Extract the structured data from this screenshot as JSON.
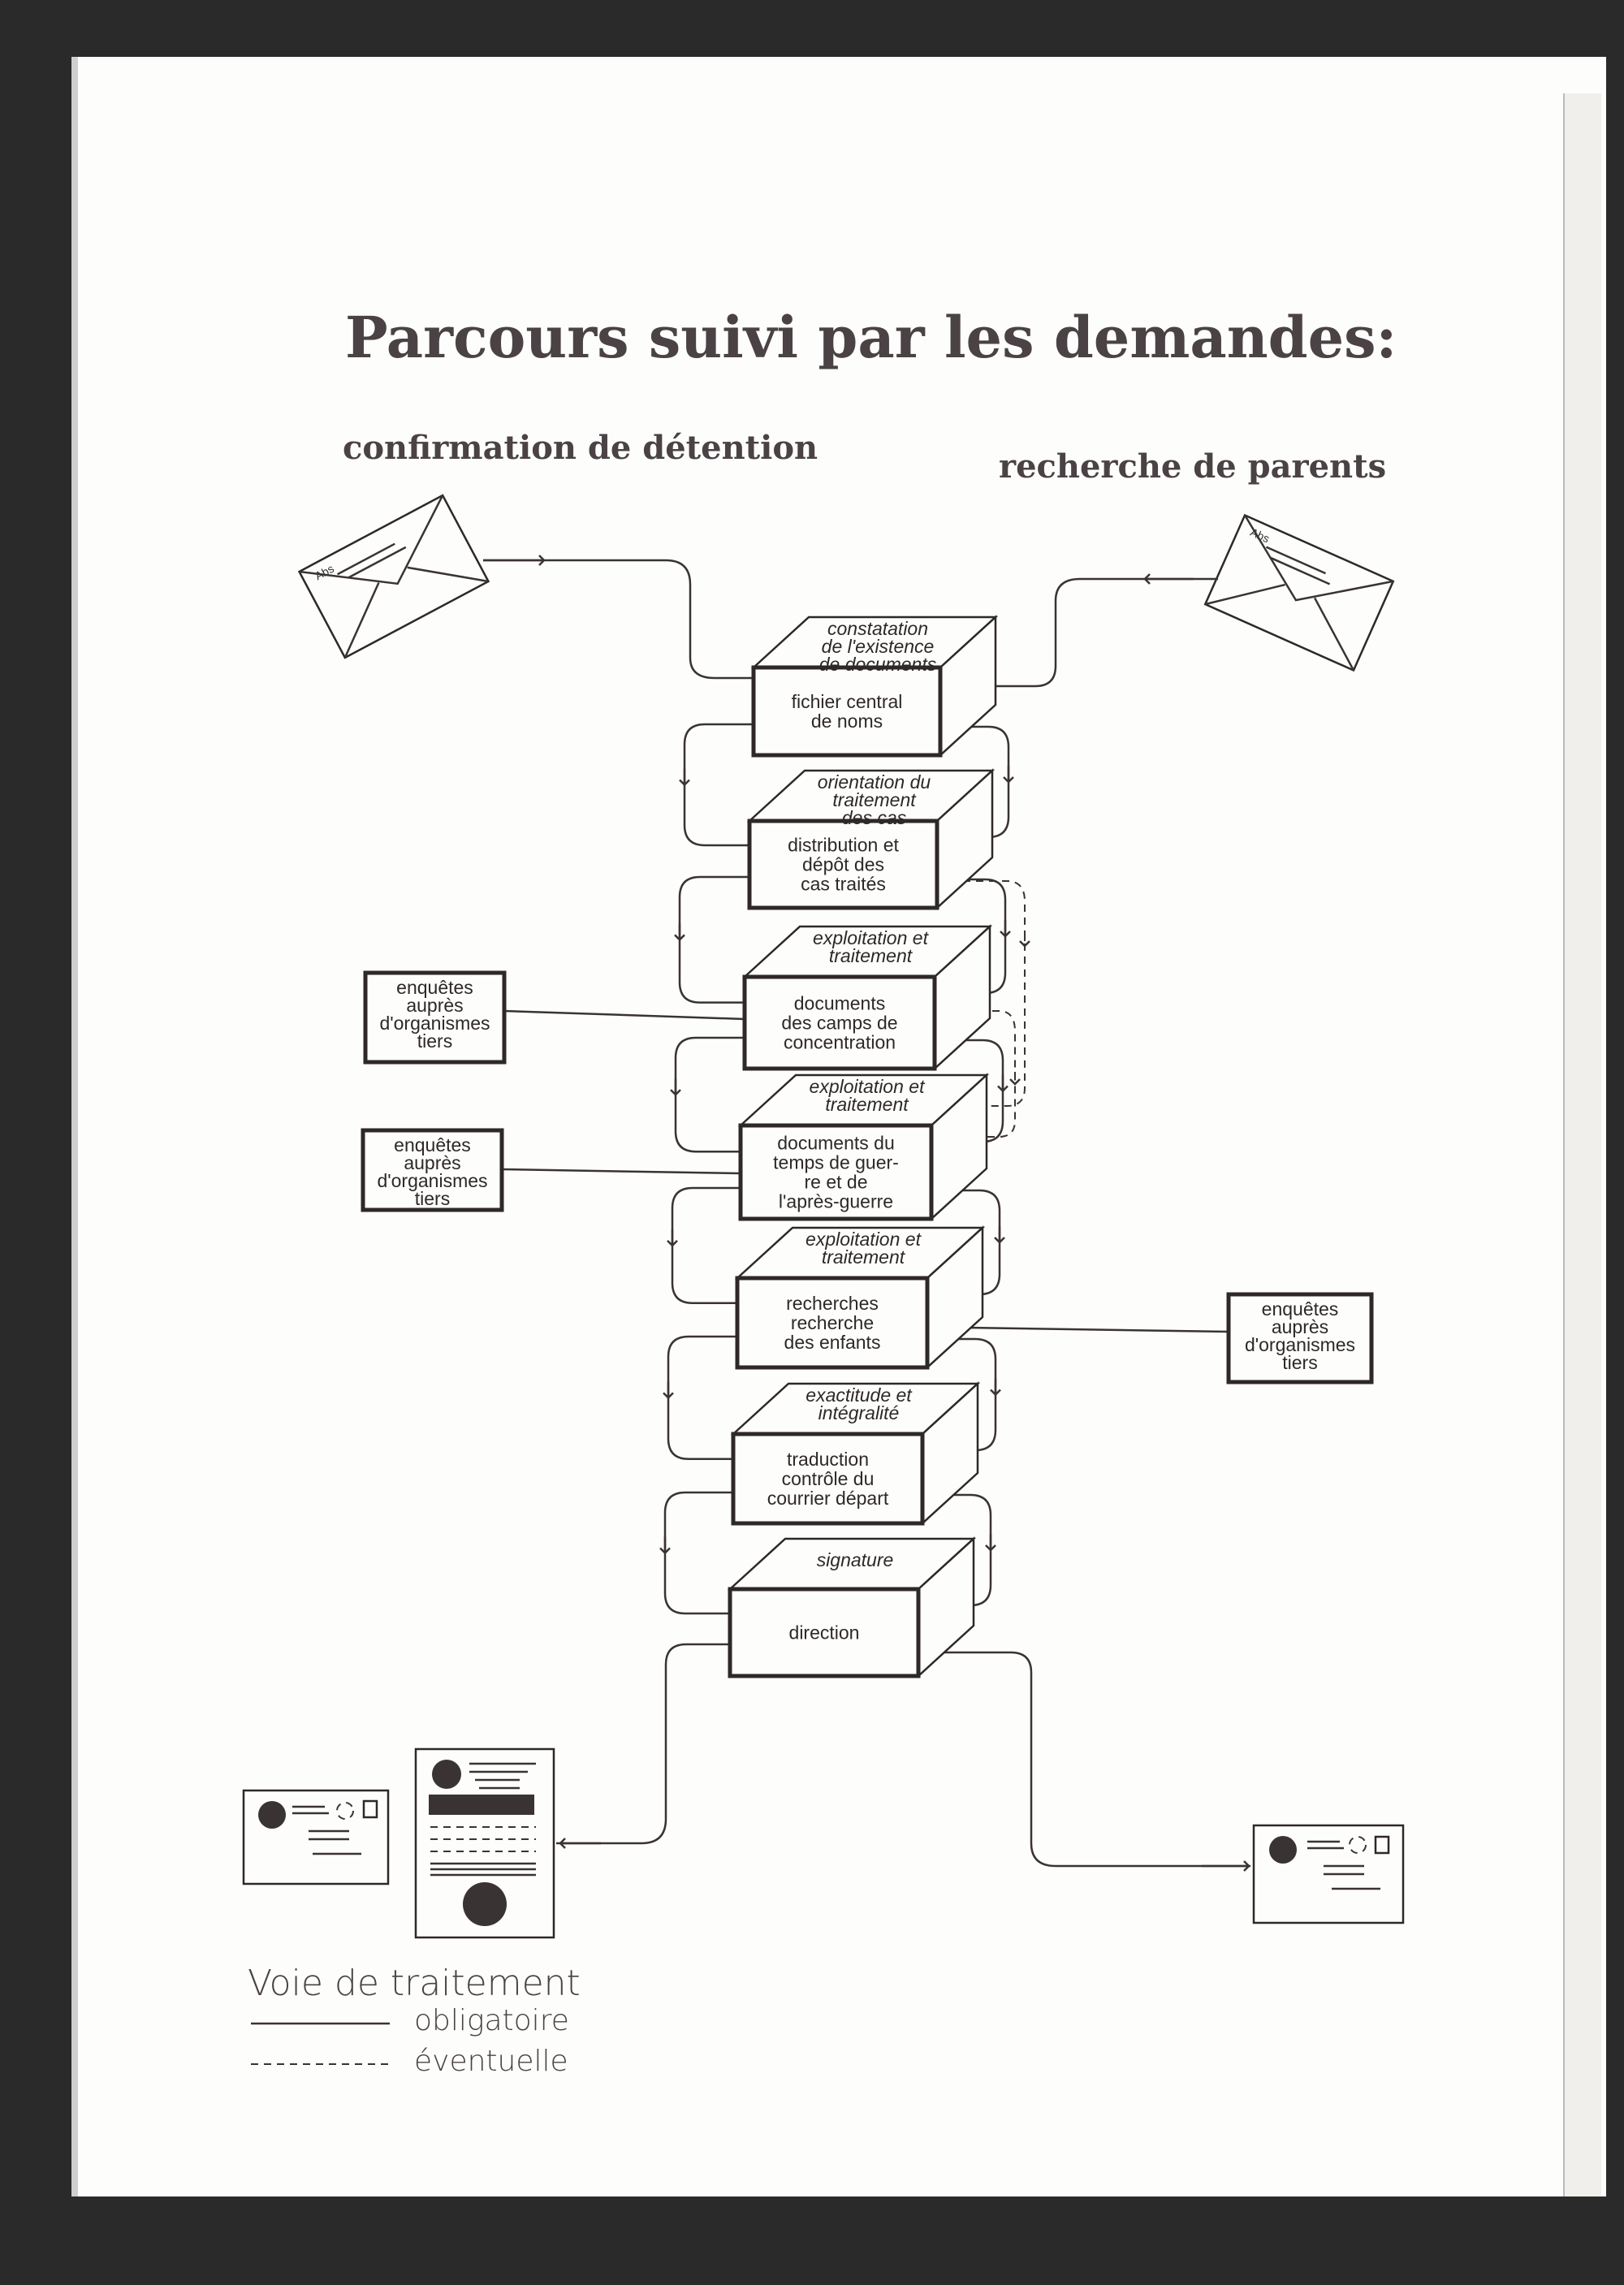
{
  "title": "Parcours suivi par les demandes:",
  "left_heading": "confirmation de détention",
  "right_heading": "recherche de parents",
  "envelope_label": "Abs",
  "process_boxes": [
    {
      "top": [
        "constatation",
        "de l'existence",
        "de documents"
      ],
      "front": [
        "fichier central",
        "de noms"
      ]
    },
    {
      "top": [
        "orientation du",
        "traitement",
        "des cas"
      ],
      "front": [
        "distribution et",
        "dépôt des",
        "cas traités"
      ]
    },
    {
      "top": [
        "exploitation et",
        "traitement"
      ],
      "front": [
        "documents",
        "des camps de",
        "concentration"
      ]
    },
    {
      "top": [
        "exploitation et",
        "traitement"
      ],
      "front": [
        "documents du",
        "temps de guer-",
        "re et de",
        "l'après-guerre"
      ]
    },
    {
      "top": [
        "exploitation et",
        "traitement"
      ],
      "front": [
        "recherches",
        "recherche",
        "des enfants"
      ]
    },
    {
      "top": [
        "exactitude et",
        "intégralité"
      ],
      "front": [
        "traduction",
        "contrôle du",
        "courrier départ"
      ]
    },
    {
      "top": [
        "signature"
      ],
      "front": [
        "direction"
      ]
    }
  ],
  "side_boxes": [
    {
      "lines": [
        "enquêtes",
        "auprès",
        "d'organismes",
        "tiers"
      ]
    },
    {
      "lines": [
        "enquêtes",
        "auprès",
        "d'organismes",
        "tiers"
      ]
    },
    {
      "lines": [
        "enquêtes",
        "auprès",
        "d'organismes",
        "tiers"
      ]
    }
  ],
  "legend": {
    "title": "Voie de traitement",
    "solid": "obligatoire",
    "dashed": "éventuelle"
  }
}
